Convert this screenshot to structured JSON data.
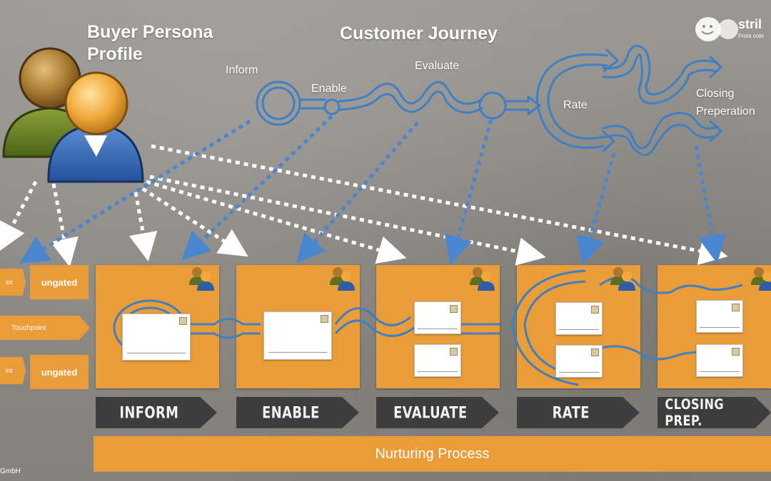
{
  "header": {
    "persona_title_line1": "Buyer Persona",
    "persona_title_line2": "Profile",
    "journey_title": "Customer Journey"
  },
  "journey_labels": {
    "inform": "Inform",
    "enable": "Enable",
    "evaluate": "Evaluate",
    "rate": "Rate",
    "closing_line1": "Closing",
    "closing_line2": "Preperation"
  },
  "logo": {
    "text": "stril",
    "subtitle": "From colo"
  },
  "left_panel": {
    "top_tag": "int",
    "middle_tag": "Touchpoint",
    "bottom_tag": "int",
    "ungated_top": "ungated",
    "ungated_bottom": "ungated"
  },
  "stages": [
    {
      "label": "INFORM"
    },
    {
      "label": "ENABLE"
    },
    {
      "label": "EVALUATE"
    },
    {
      "label": "RATE"
    },
    {
      "label": "CLOSING PREP."
    }
  ],
  "nurturing_label": "Nurturing Process",
  "footer": "GmbH",
  "colors": {
    "orange": "#e99c38",
    "blue": "#3f7fc4",
    "dark_banner": "#3d3d3d"
  },
  "icons": [
    "persona-icon",
    "document-card",
    "journey-path-icon"
  ]
}
